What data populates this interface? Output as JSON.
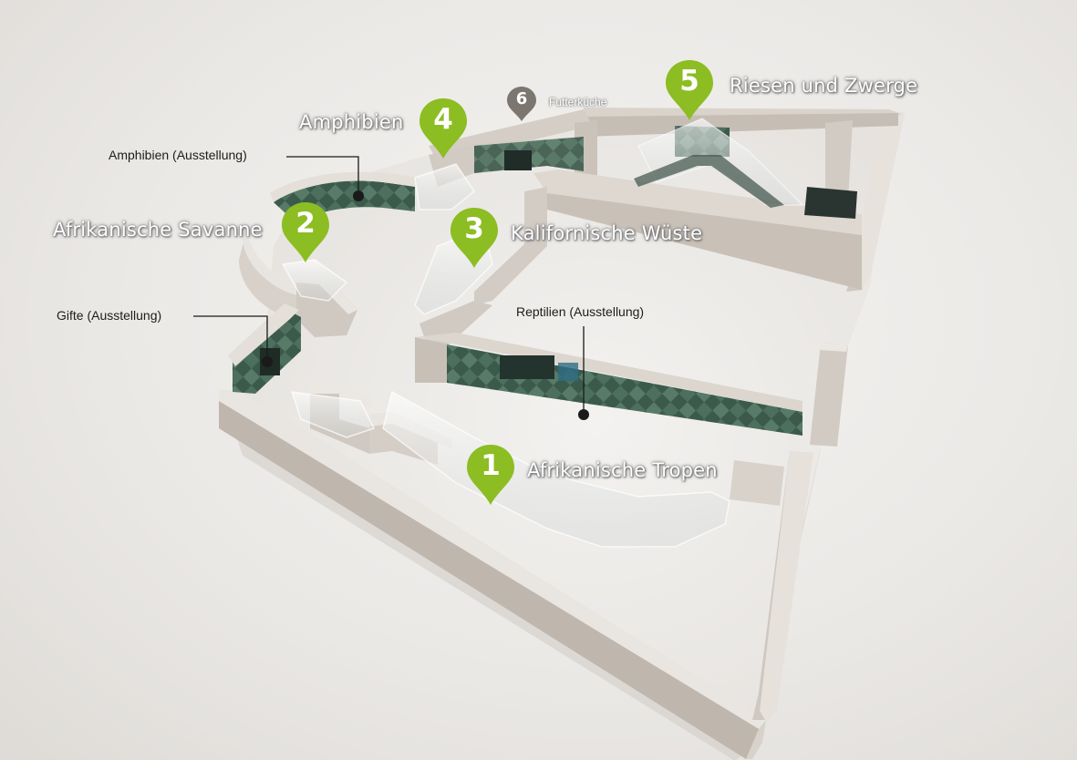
{
  "stations": [
    {
      "number": "1",
      "name": "Afrikanische Tropen"
    },
    {
      "number": "2",
      "name": "Afrikanische Savanne"
    },
    {
      "number": "3",
      "name": "Kalifornische Wüste"
    },
    {
      "number": "4",
      "name": "Amphibien"
    },
    {
      "number": "5",
      "name": "Riesen und Zwerge"
    },
    {
      "number": "6",
      "name": "Futterküche"
    }
  ],
  "exhibitions": [
    {
      "name": "Amphibien (Ausstellung)"
    },
    {
      "name": "Gifte (Ausstellung)"
    },
    {
      "name": "Reptilien (Ausstellung)"
    }
  ],
  "colors": {
    "station_marker": "#8cbd22",
    "service_marker": "#7b7670",
    "wall": "#d7d1ca",
    "wall_shadow": "#b4aca4",
    "tile_wall": "#3e5c4e",
    "callout_line": "#1a1a1a"
  }
}
